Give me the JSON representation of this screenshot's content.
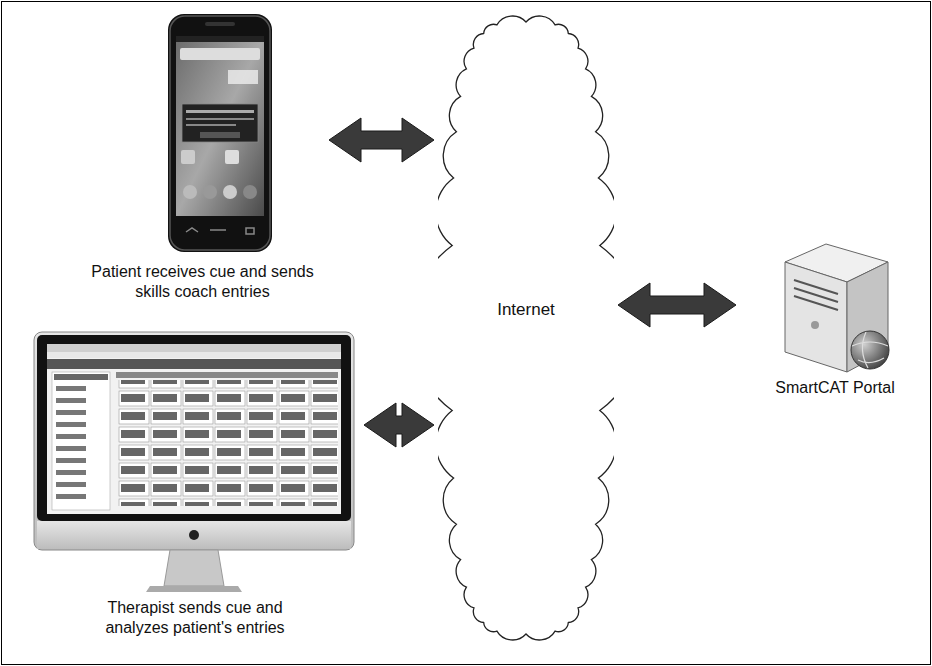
{
  "diagram": {
    "nodes": [
      {
        "text": [
          "Patient receives cue and sends skills coach entries"
        ]
      },
      {
        "text": [
          "Therapist sends cue and analyzes patient's entries"
        ]
      },
      {
        "text": [
          "Internet"
        ]
      },
      {
        "text": [
          "SmartCAT Portal"
        ]
      }
    ],
    "edges": [
      {
        "from": 0,
        "to": 2,
        "arrow": "both"
      },
      {
        "from": 1,
        "to": 2,
        "arrow": "both"
      },
      {
        "from": 2,
        "to": 3,
        "arrow": "both"
      }
    ]
  }
}
